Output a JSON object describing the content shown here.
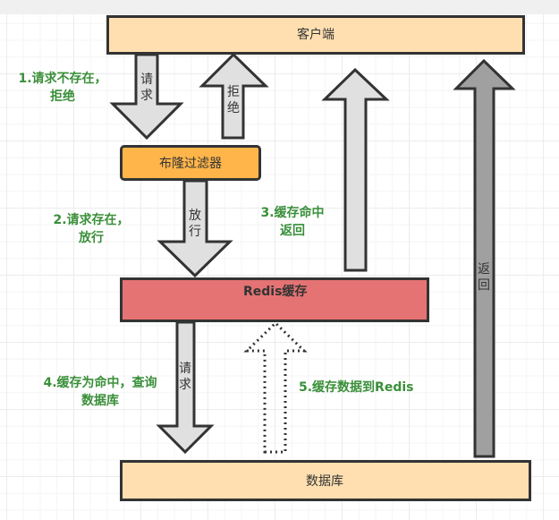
{
  "nodes": {
    "client": "客户端",
    "bloom_filter": "布隆过滤器",
    "redis": "Redis缓存",
    "database": "数据库"
  },
  "arrow_labels": {
    "request_to_bloom": "请求",
    "reject": "拒绝",
    "pass": "放行",
    "request_to_db": "请求",
    "return_from_db": "返回"
  },
  "notes": {
    "step1_line1": "1.请求不存在，",
    "step1_line2": "拒绝",
    "step2_line1": "2.请求存在，",
    "step2_line2": "放行",
    "step3_line1": "3.缓存命中",
    "step3_line2": "返回",
    "step4_line1": "4.缓存为命中，查询",
    "step4_line2": "数据库",
    "step5": "5.缓存数据到Redis"
  },
  "colors": {
    "client_fill": "#ffdfb0",
    "bloom_fill": "#ffb54a",
    "redis_fill": "#e57373",
    "database_fill": "#ffdfb0",
    "light_arrow": "#e0e0e0",
    "dark_arrow": "#a0a0a0",
    "note_text": "#3a8f3a"
  }
}
